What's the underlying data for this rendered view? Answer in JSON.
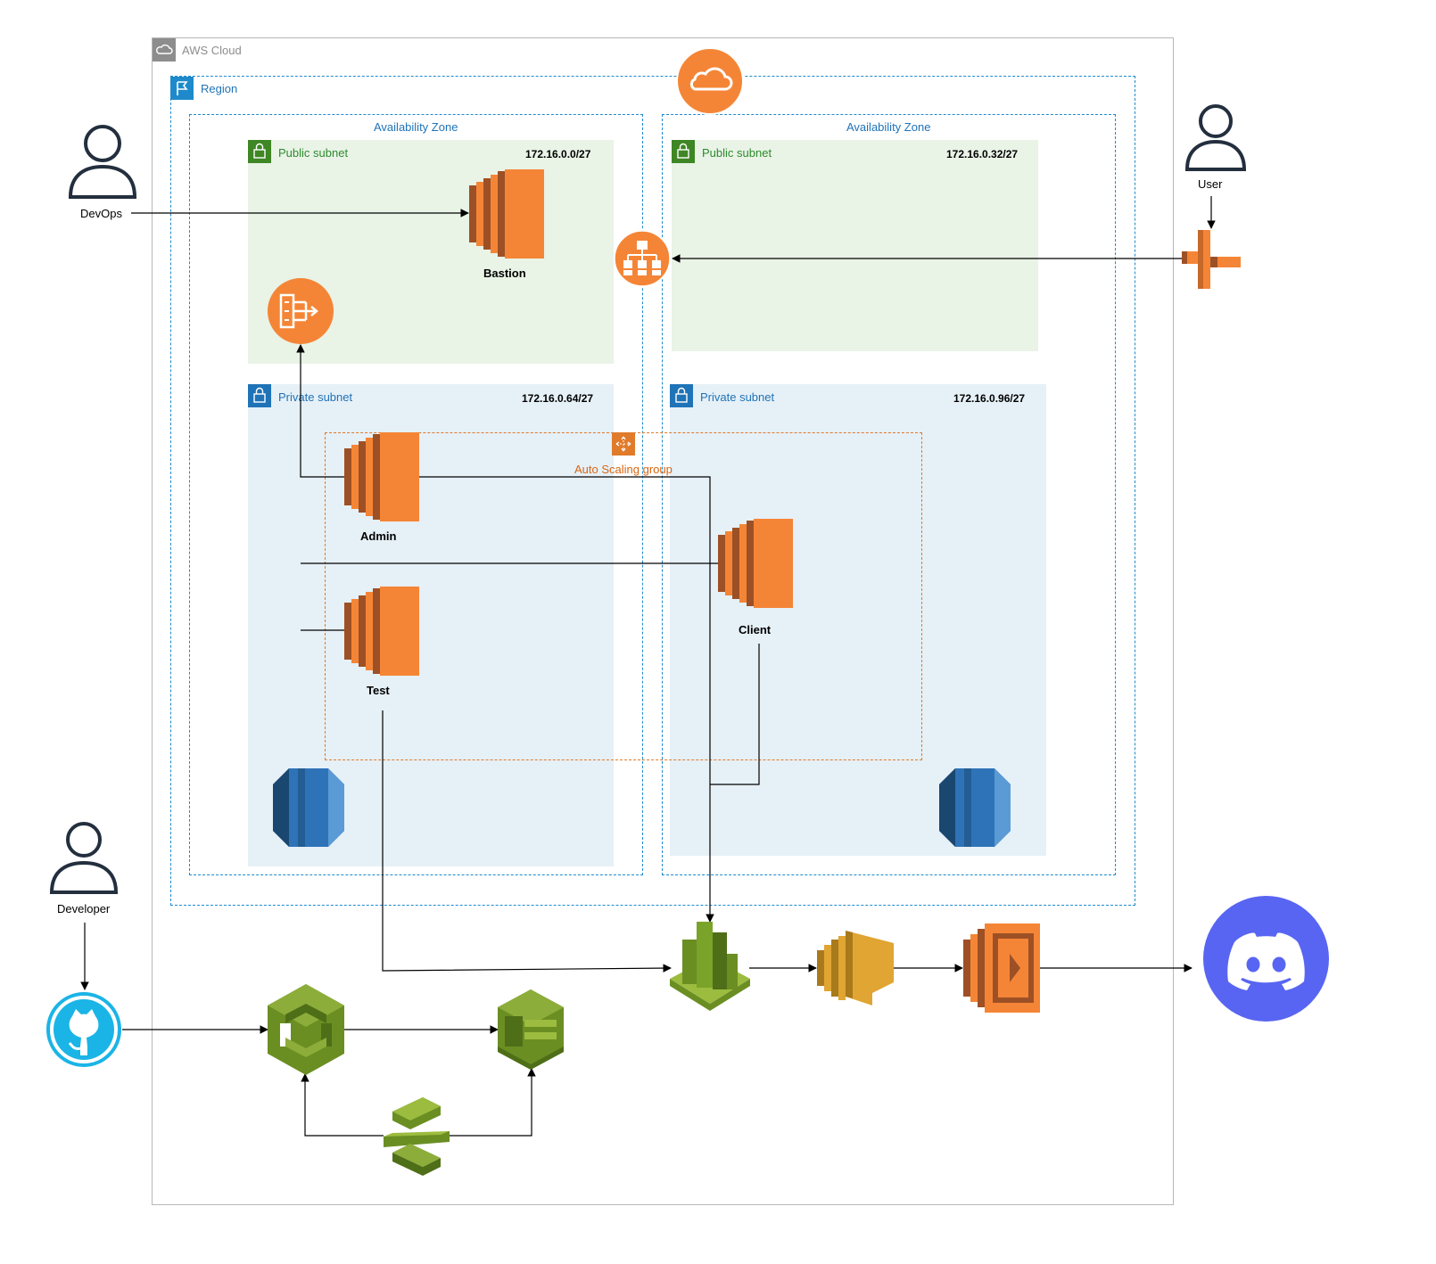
{
  "aws_cloud": {
    "label": "AWS Cloud"
  },
  "region": {
    "label": "Region"
  },
  "availability_zones": [
    {
      "label": "Availability Zone"
    },
    {
      "label": "Availability Zone"
    }
  ],
  "subnets": {
    "public_left": {
      "label": "Public subnet",
      "cidr": "172.16.0.0/27"
    },
    "public_right": {
      "label": "Public subnet",
      "cidr": "172.16.0.32/27"
    },
    "private_left": {
      "label": "Private subnet",
      "cidr": "172.16.0.64/27"
    },
    "private_right": {
      "label": "Private subnet",
      "cidr": "172.16.0.96/27"
    }
  },
  "auto_scaling_group": {
    "label": "Auto Scaling group"
  },
  "instances": {
    "bastion": "Bastion",
    "admin": "Admin",
    "client": "Client",
    "test": "Test"
  },
  "people": {
    "devops": "DevOps",
    "user": "User",
    "developer": "Developer"
  },
  "colors": {
    "ec2_orange": "#f58536",
    "ec2_dark": "#9d5025",
    "rds_blue": "#2e73b8",
    "rds_dark": "#1a476f",
    "green_dev": "#6b8e23",
    "green_dark": "#3c5a14",
    "github_cyan": "#1bb4e6",
    "discord": "#5865f2",
    "sns_gold": "#e0a532",
    "region_blue": "#1f8acb",
    "asg_orange": "#e07b2b"
  },
  "icons": [
    "cloud-icon",
    "region-flag-icon",
    "lock-icon",
    "ec2-instance-icon",
    "nat-gateway-icon",
    "load-balancer-icon",
    "api-gateway-icon",
    "auto-scaling-icon",
    "rds-database-icon",
    "cloudwatch-icon",
    "sns-icon",
    "lambda-icon",
    "discord-icon",
    "github-icon",
    "codebuild-icon",
    "codedeploy-icon",
    "codepipeline-icon",
    "person-icon"
  ]
}
